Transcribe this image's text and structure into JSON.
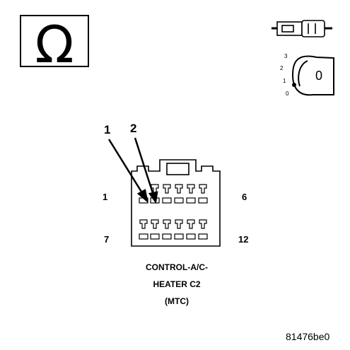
{
  "meter_symbol": "Ω",
  "ignition_key": {
    "positions": [
      "3",
      "2",
      "1",
      "0"
    ],
    "key_face": "0"
  },
  "callouts": [
    "1",
    "2"
  ],
  "pin_labels": {
    "top_left": "1",
    "top_right": "6",
    "bottom_left": "7",
    "bottom_right": "12"
  },
  "connector": {
    "name_line1": "CONTROL-A/C-",
    "name_line2": "HEATER C2",
    "name_line3": "(MTC)"
  },
  "figure_id": "81476be0"
}
